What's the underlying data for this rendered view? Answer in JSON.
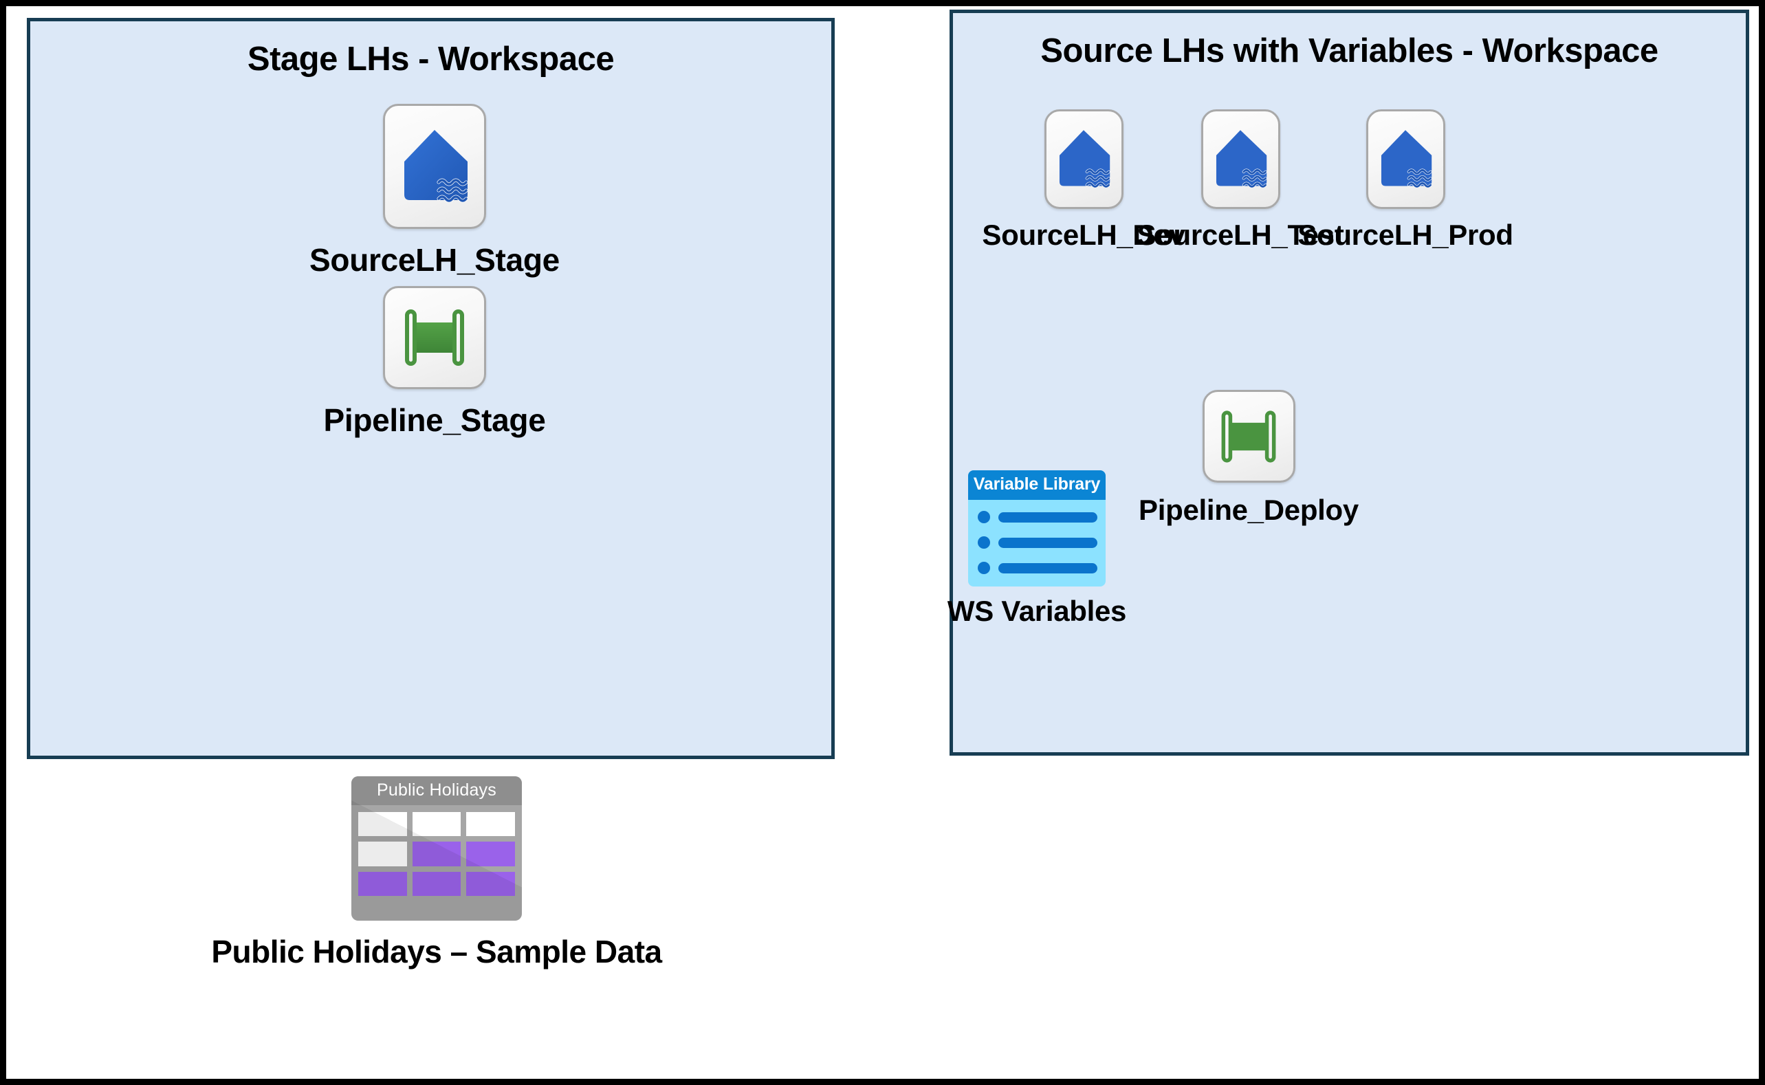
{
  "colors": {
    "outer_frame": "#000000",
    "panel_background": "#dce8f7",
    "panel_border": "#173d53",
    "lakehouse_blue": "#2c66c8",
    "pipeline_green": "#4a9440",
    "variable_library_header": "#0b85d4",
    "variable_library_body": "#8ce2ff",
    "table_header_gray": "#8e8e8e",
    "table_body_gray": "#a6a6a6",
    "table_cell_purple": "#9a62ea",
    "table_cell_white": "#ffffff",
    "tile_border": "#a9a9a9",
    "text": "#000000"
  },
  "panels": [
    {
      "id": "stage",
      "title": "Stage LHs - Workspace",
      "items": [
        {
          "icon": "lakehouse-icon",
          "label": "SourceLH_Stage"
        },
        {
          "icon": "pipeline-icon",
          "label": "Pipeline_Stage"
        }
      ]
    },
    {
      "id": "source",
      "title": "Source LHs with Variables - Workspace",
      "items": [
        {
          "icon": "lakehouse-icon",
          "label": "SourceLH_Dev"
        },
        {
          "icon": "lakehouse-icon",
          "label": "SourceLH_Test"
        },
        {
          "icon": "lakehouse-icon",
          "label": "SourceLH_Prod"
        },
        {
          "icon": "pipeline-icon",
          "label": "Pipeline_Deploy"
        },
        {
          "icon": "variable-library-icon",
          "label": "WS Variables",
          "header": "Variable Library",
          "rows": 3
        }
      ]
    }
  ],
  "standalone": {
    "icon": "table-icon",
    "header": "Public Holidays",
    "label": "Public Holidays – Sample Data",
    "cells": [
      [
        "white",
        "white",
        "white"
      ],
      [
        "white",
        "purple",
        "purple"
      ],
      [
        "purple",
        "purple",
        "purple"
      ]
    ]
  }
}
